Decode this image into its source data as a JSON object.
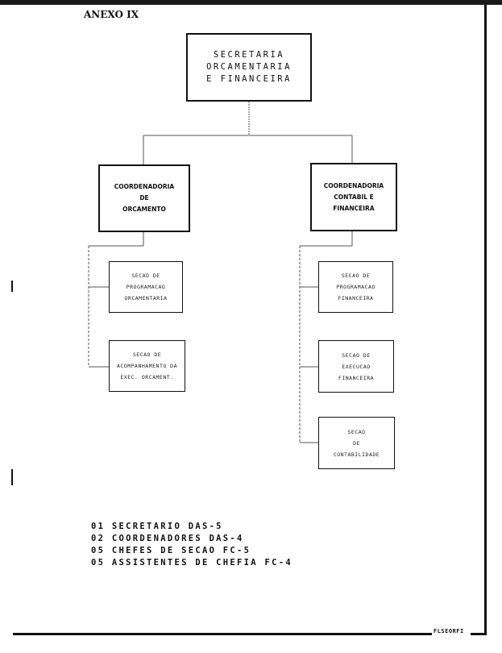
{
  "header": {
    "annex_label": "ANEXO IX"
  },
  "org_chart": {
    "root": {
      "lines": [
        "SECRETARIA",
        "ORCAMENTARIA",
        "E FINANCEIRA"
      ]
    },
    "coordinations": [
      {
        "lines": [
          "COORDENADORIA",
          "DE",
          "ORCAMENTO"
        ]
      },
      {
        "lines": [
          "COORDENADORIA",
          "CONTABIL E",
          "FINANCEIRA"
        ]
      }
    ],
    "sections_left": [
      {
        "lines": [
          "SECAO DE",
          "PROGRAMACAO",
          "ORCAMENTARIA"
        ]
      },
      {
        "lines": [
          "SECAO DE",
          "ACOMPANHAMENTO DA",
          "EXEC. ORCAMENT."
        ]
      }
    ],
    "sections_right": [
      {
        "lines": [
          "SECAO DE",
          "PROGRAMACAO",
          "FINANCEIRA"
        ]
      },
      {
        "lines": [
          "SECAO DE",
          "EXECUCAO",
          "FINANCEIRA"
        ]
      },
      {
        "lines": [
          "SECAO",
          "DE",
          "CONTABILIDADE"
        ]
      }
    ]
  },
  "legend": [
    "01 SECRETARIO DAS-5",
    "02 COORDENADORES DAS-4",
    "05 CHEFES DE SECAO FC-5",
    "05 ASSISTENTES DE CHEFIA FC-4"
  ],
  "footer": {
    "code": "FLSEORFI"
  }
}
